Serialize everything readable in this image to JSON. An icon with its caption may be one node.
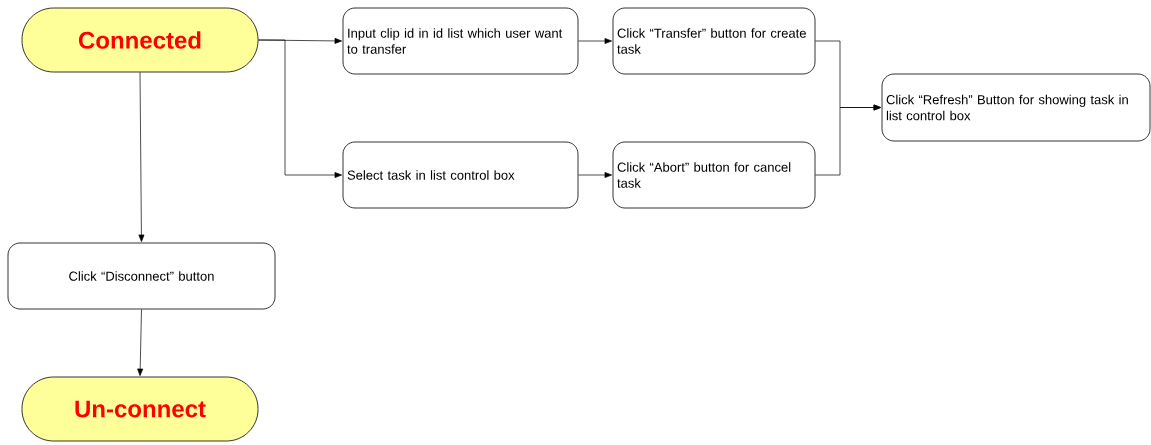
{
  "diagram": {
    "nodes": [
      {
        "text": [
          "Connected"
        ]
      },
      {
        "text": [
          "Input clip id in id list which user want to transfer"
        ]
      },
      {
        "text": [
          "Click “Transfer” button for create task"
        ]
      },
      {
        "text": [
          "Click “Refresh” Button for showing task in list control box"
        ]
      },
      {
        "text": [
          "Select task in list control box"
        ]
      },
      {
        "text": [
          "Click “Abort” button for cancel task"
        ]
      },
      {
        "text": [
          "Click “Disconnect” button"
        ]
      },
      {
        "text": [
          "Un-connect"
        ]
      }
    ],
    "edges": [
      {
        "from": 0,
        "to": 1,
        "arrow": "to"
      },
      {
        "from": 0,
        "to": 4,
        "arrow": "to"
      },
      {
        "from": 1,
        "to": 2,
        "arrow": "to"
      },
      {
        "from": 4,
        "to": 5,
        "arrow": "to"
      },
      {
        "from": 2,
        "to": 3,
        "arrow": "to"
      },
      {
        "from": 5,
        "to": 3,
        "arrow": "to"
      },
      {
        "from": 0,
        "to": 6,
        "arrow": "to"
      },
      {
        "from": 6,
        "to": 7,
        "arrow": "to"
      }
    ]
  }
}
